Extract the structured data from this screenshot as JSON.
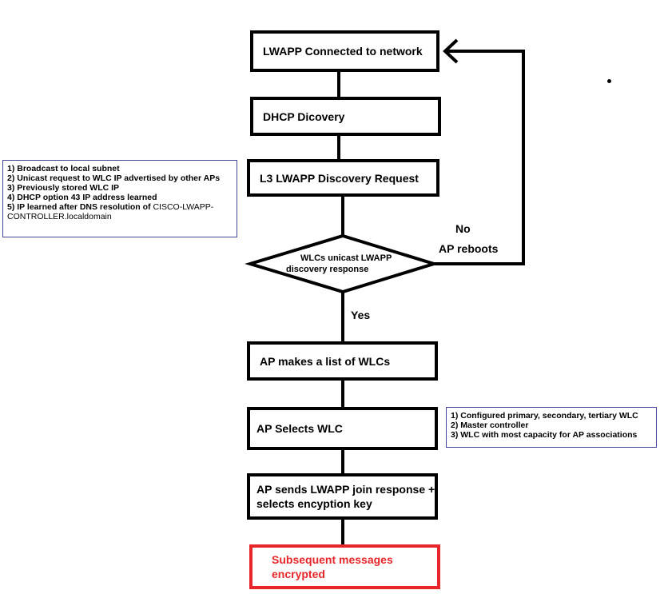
{
  "boxes": {
    "connected": "LWAPP Connected to network",
    "dhcp": "DHCP Dicovery",
    "l3": "L3 LWAPP Discovery Request",
    "list": "AP makes a list of WLCs",
    "select": "AP Selects WLC",
    "join_line1": "AP sends LWAPP join response +",
    "join_line2": "selects encyption key",
    "encrypted_line1": "Subsequent messages",
    "encrypted_line2": "encrypted"
  },
  "decision": {
    "line1": "WLCs unicast LWAPP",
    "line2": "discovery response"
  },
  "labels": {
    "no": "No",
    "reboots": "AP reboots",
    "yes": "Yes"
  },
  "discovery_methods": [
    "1) Broadcast to local subnet",
    "2) Unicast request to WLC IP advertised by other APs",
    "3) Previously stored WLC IP",
    "4) DHCP option 43 IP address learned",
    "5) IP learned after DNS resolution of ",
    "CISCO-LWAPP-",
    "CONTROLLER.localdomain"
  ],
  "selection_criteria": [
    "1) Configured primary, secondary, tertiary WLC",
    "2) Master controller",
    "3) WLC with most capacity for AP associations"
  ],
  "colors": {
    "line": "#000000",
    "accent_red": "#e8262a",
    "note_border": "#44449a"
  }
}
